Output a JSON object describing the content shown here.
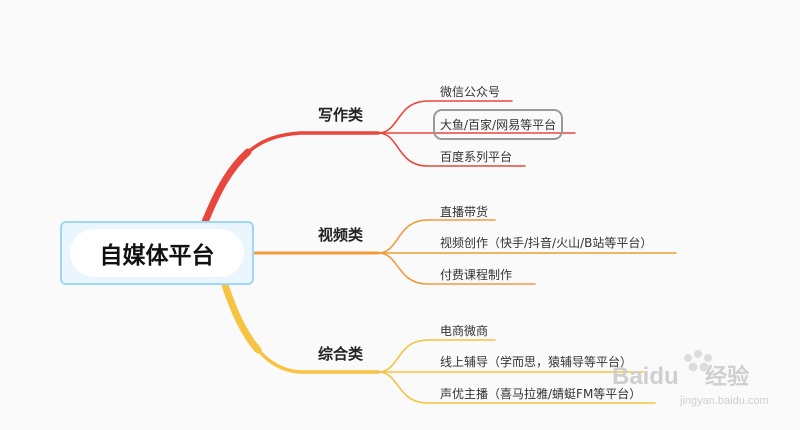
{
  "root": {
    "label": "自媒体平台"
  },
  "branches": [
    {
      "label": "写作类",
      "color": "#e8473d",
      "leaves": [
        {
          "label": "微信公众号"
        },
        {
          "label": "大鱼/百家/网易等平台",
          "selected": true
        },
        {
          "label": "百度系列平台"
        }
      ]
    },
    {
      "label": "视频类",
      "color": "#f29a3a",
      "leaves": [
        {
          "label": "直播带货"
        },
        {
          "label": "视频创作（快手/抖音/火山/B站等平台）"
        },
        {
          "label": "付费课程制作"
        }
      ]
    },
    {
      "label": "综合类",
      "color": "#f6c343",
      "leaves": [
        {
          "label": "电商微商"
        },
        {
          "label": "线上辅导（学而思，猿辅导等平台）"
        },
        {
          "label": "声优主播（喜马拉雅/蜻蜓FM等平台）"
        }
      ]
    }
  ],
  "watermark": {
    "brand": "Baidu",
    "brand_cn": "经验",
    "url": "jingyan.baidu.com"
  }
}
